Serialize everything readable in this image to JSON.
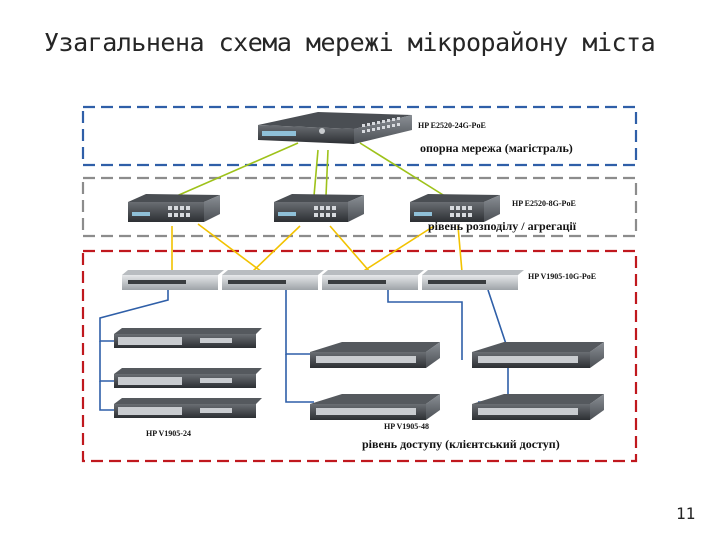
{
  "title": "Узагальнена схема мережі мікрорайону міста",
  "page_number": "11",
  "zones": {
    "core": {
      "label": "опорна мережа (магістраль)",
      "border_color": "#2f5fa8"
    },
    "distribution": {
      "label": "рівень розподілу / агрегації",
      "border_color": "#8c8c8c"
    },
    "access": {
      "label": "рівень доступу (клієнтський доступ)",
      "border_color": "#c0181e"
    }
  },
  "switch_labels": {
    "core": "HP E2520-24G-PoE",
    "distribution": "HP E2520-8G-PoE",
    "aggregation": "HP V1905-10G-PoE",
    "access_small": "HP V1905-24",
    "access_large": "HP V1905-48"
  },
  "link_colors": {
    "core": "#9ec21a",
    "aggregation": "#f2c200",
    "access": "#2f5fa8"
  }
}
